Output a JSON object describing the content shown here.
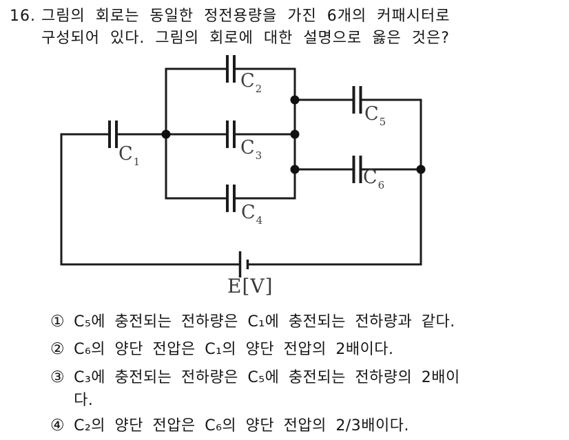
{
  "page": {
    "background": "#ffffff",
    "text_color": "#161616",
    "wire_color": "#1b1b1b",
    "circuit_label_color": "#3f3f3f"
  },
  "question": {
    "number": "16.",
    "line1": "그림의 회로는 동일한 정전용량을 가진 6개의 커패시터로",
    "line2": "구성되어 있다. 그림의 회로에 대한 설명으로 옳은 것은?"
  },
  "circuit": {
    "type": "capacitor-network-with-battery",
    "source_label": "E[V]",
    "capacitors": [
      {
        "main": "C",
        "sub": "1"
      },
      {
        "main": "C",
        "sub": "2"
      },
      {
        "main": "C",
        "sub": "3"
      },
      {
        "main": "C",
        "sub": "4"
      },
      {
        "main": "C",
        "sub": "5"
      },
      {
        "main": "C",
        "sub": "6"
      }
    ]
  },
  "options": [
    {
      "marker": "①",
      "line1": "C₅에 충전되는 전하량은 C₁에 충전되는 전하량과 같다."
    },
    {
      "marker": "②",
      "line1": "C₆의 양단 전압은 C₁의 양단 전압의 2배이다."
    },
    {
      "marker": "③",
      "line1": "C₃에 충전되는 전하량은 C₅에 충전되는 전하량의 2배이",
      "line2": "다."
    },
    {
      "marker": "④",
      "line1": "C₂의 양단 전압은 C₆의 양단 전압의 2/3배이다."
    }
  ]
}
